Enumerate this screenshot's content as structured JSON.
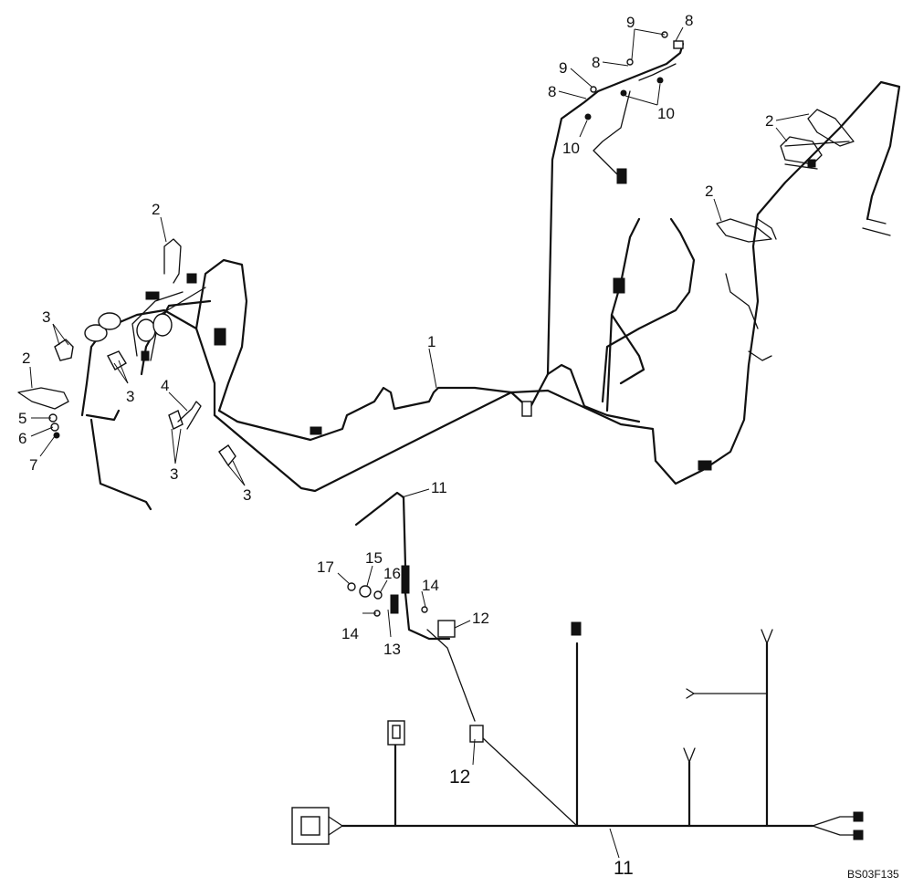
{
  "drawing_ref": "BS03F135",
  "callouts": {
    "c1": "1",
    "c2": "2",
    "c3": "3",
    "c4": "4",
    "c5": "5",
    "c6": "6",
    "c7": "7",
    "c8": "8",
    "c9": "9",
    "c10": "10",
    "c11": "11",
    "c12": "12",
    "c13": "13",
    "c14": "14",
    "c15": "15",
    "c16": "16",
    "c17": "17"
  }
}
